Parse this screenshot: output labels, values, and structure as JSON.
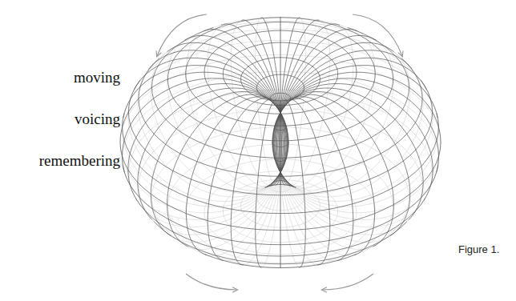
{
  "diagram": {
    "caption": "Figure 1.",
    "labels": [
      "moving",
      "voicing",
      "remembering"
    ]
  }
}
